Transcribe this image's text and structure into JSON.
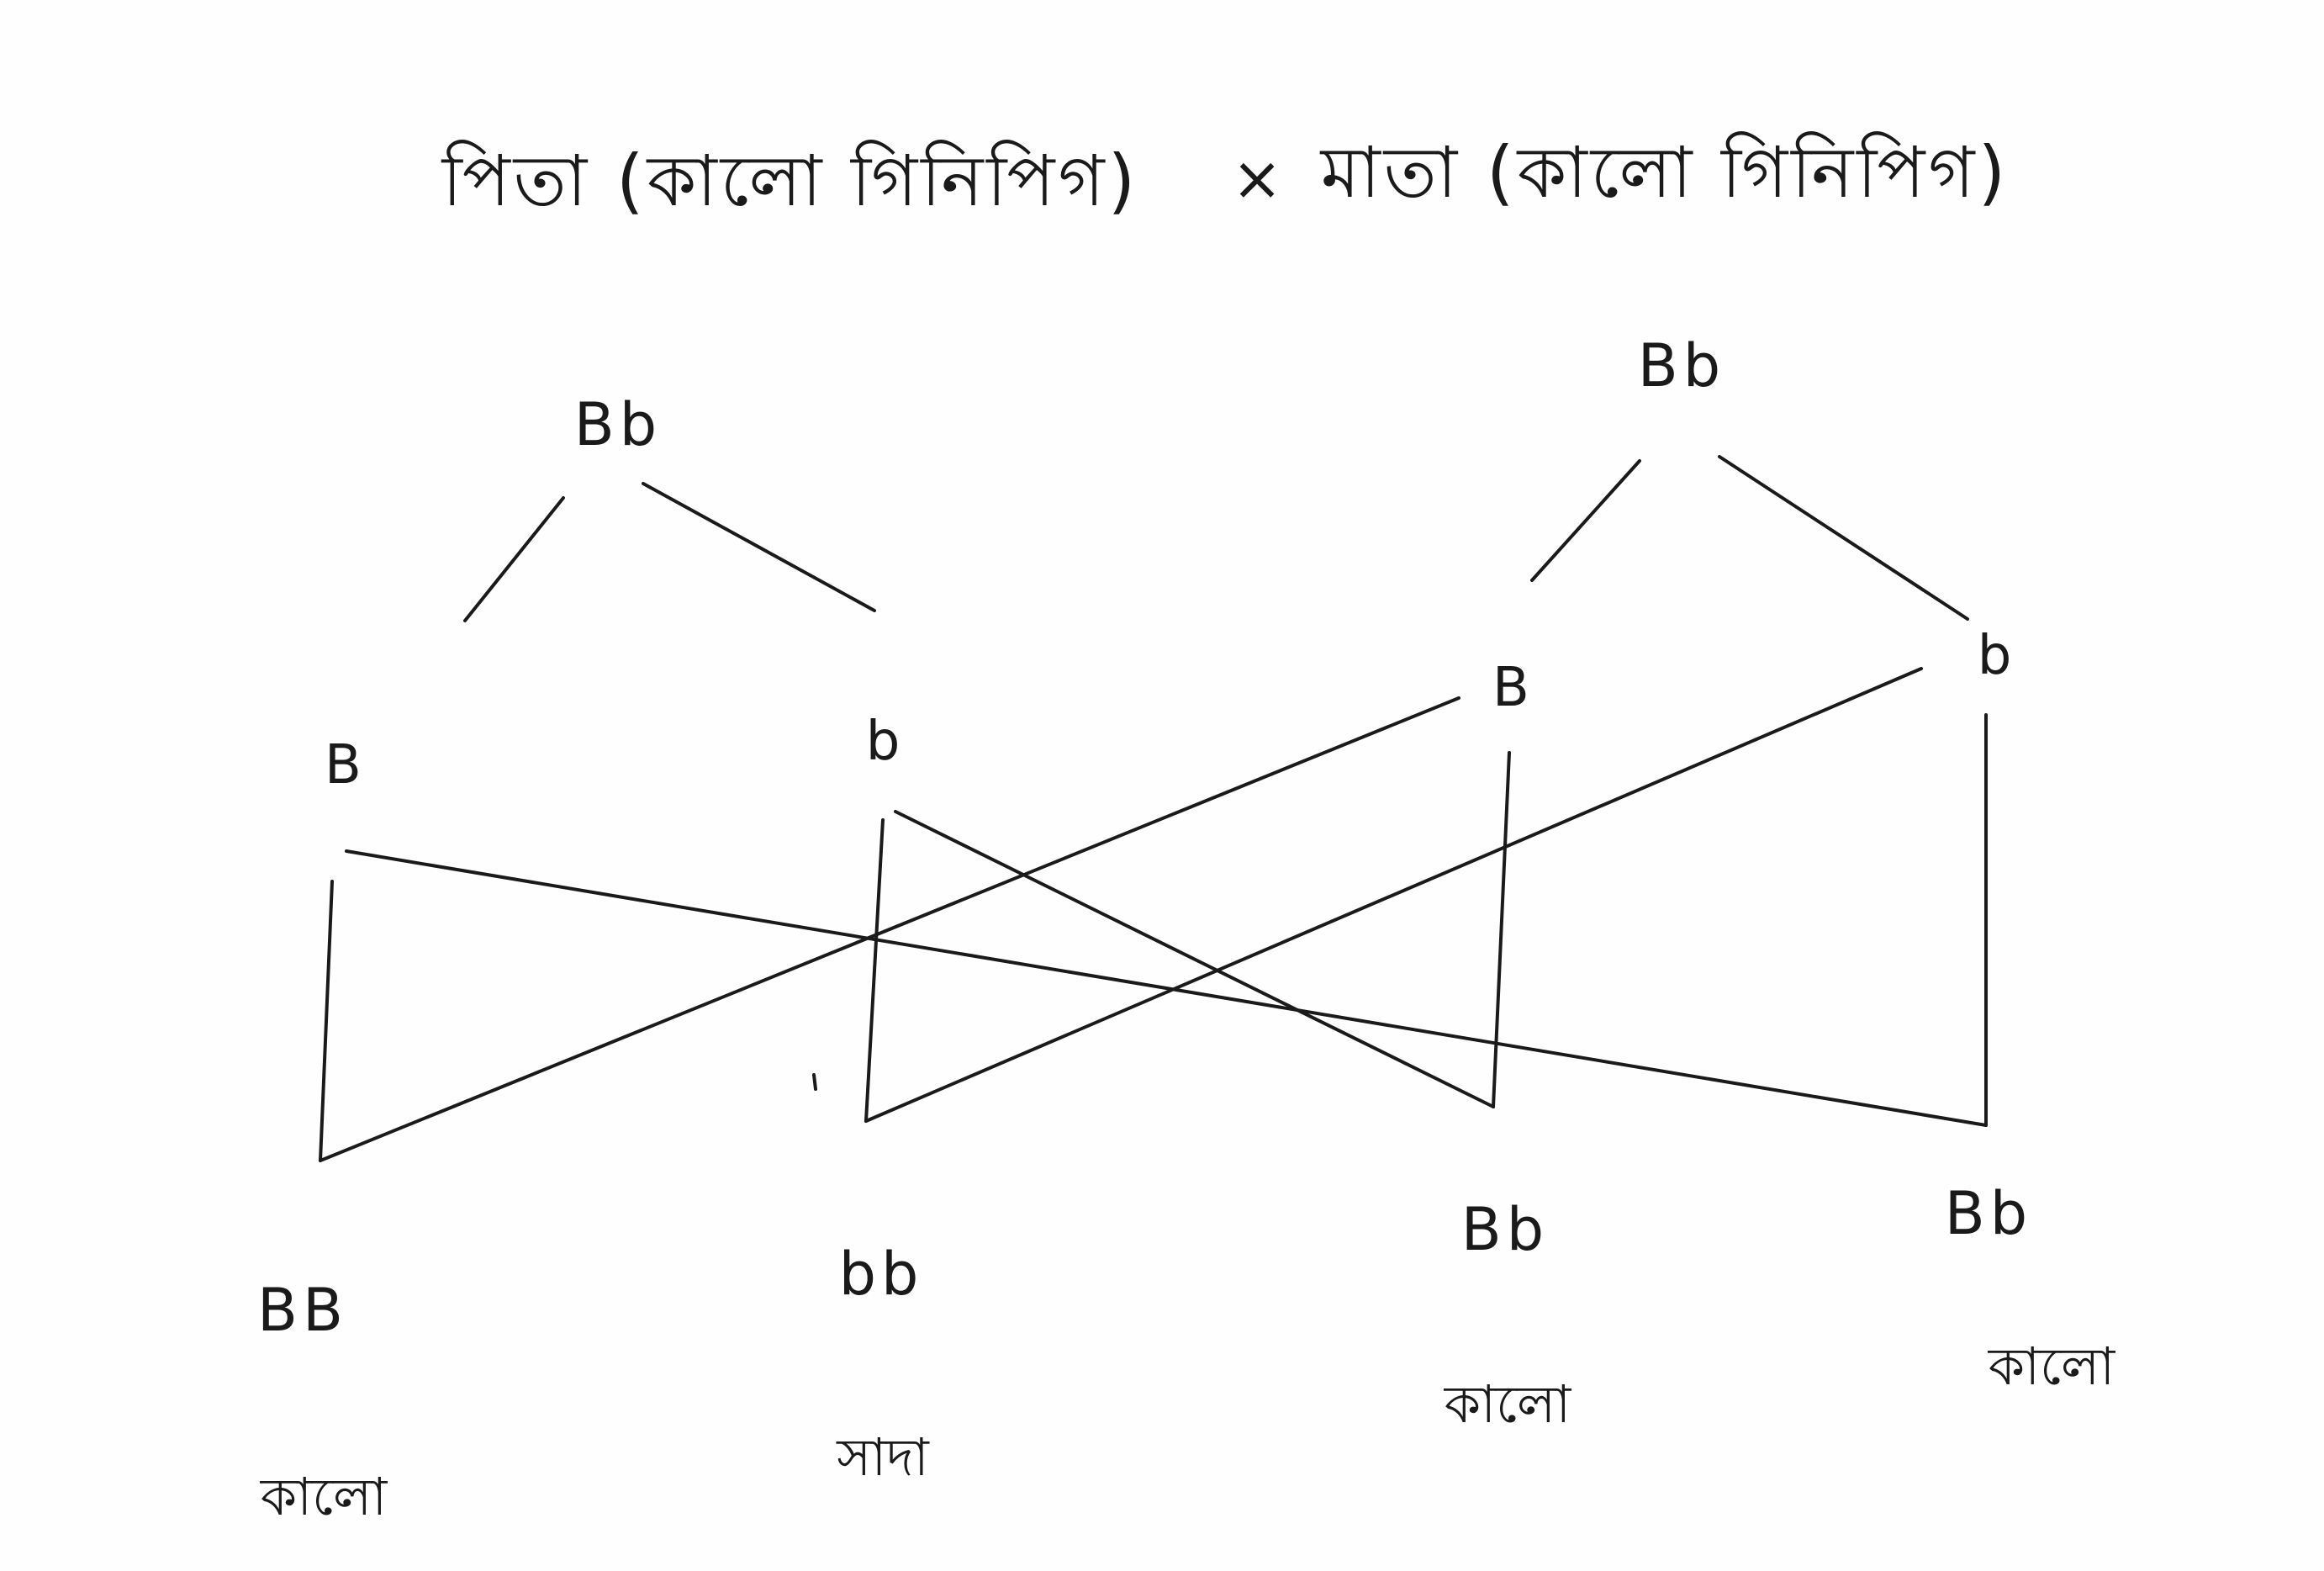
{
  "header": {
    "father": "পিতা (কালো গিনিপিগ)",
    "cross_sign": "×",
    "mother": "মাতা (কালো গিনিপিগ)"
  },
  "parents": {
    "father_genotype": "Bb",
    "mother_genotype": "Bb"
  },
  "gametes": {
    "father": [
      "B",
      "b"
    ],
    "mother": [
      "B",
      "b"
    ]
  },
  "offspring": [
    {
      "genotype": "BB",
      "phenotype": "কালো"
    },
    {
      "genotype": "bb",
      "phenotype": "সাদা"
    },
    {
      "genotype": "Bb",
      "phenotype": "কালো"
    },
    {
      "genotype": "Bb",
      "phenotype": "কালো"
    }
  ],
  "colors": {
    "ink": "#1a1a1a",
    "paper": "#fefefe"
  }
}
